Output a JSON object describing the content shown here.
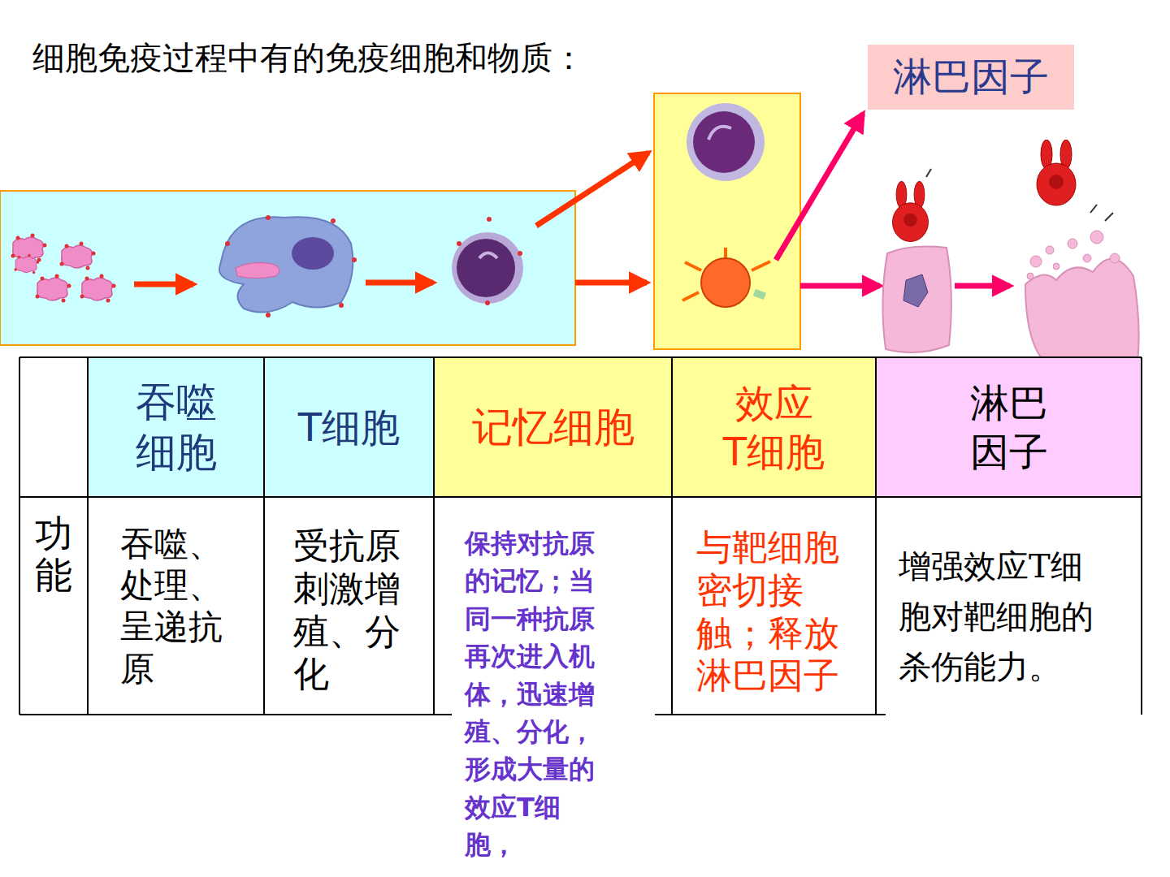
{
  "diagram": {
    "title": "细胞免疫过程中有的免疫细胞和物质：",
    "nodes": [
      {
        "text": [
          "淋巴因子"
        ]
      }
    ],
    "labels": [
      "吞噬 细胞",
      "T细胞",
      "记忆细胞",
      "效应 T细胞",
      "淋巴 因子",
      "功能",
      "吞噬、处理、呈递抗原",
      "受抗原刺激增殖、分化",
      "保持对抗原的记忆；当同一种抗原再次进入机体，迅速增殖、分化，形成大量的效应T细胞，",
      "与靶细胞密切接触；释放淋巴因子",
      "增强效应T细胞对靶细胞的杀伤能力。"
    ]
  }
}
